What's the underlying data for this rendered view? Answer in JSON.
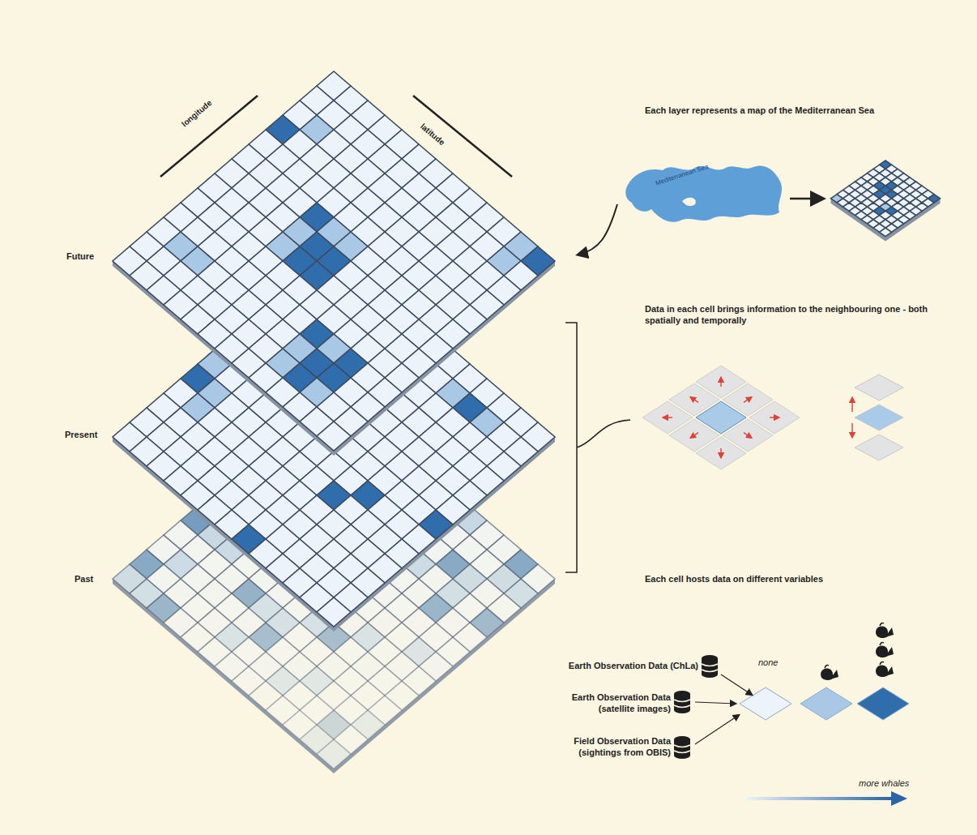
{
  "diagram": {
    "labels": [
      "longitude",
      "latitude",
      "Future",
      "Present",
      "Past",
      "Each layer represents a map of the Mediterranean Sea",
      "Mediterranean Sea",
      "Data in each cell brings information to the neighbouring one - both spatially and temporally",
      "Each cell hosts data on different variables",
      "Earth Observation Data (ChLa)",
      "Earth Observation Data (satellite images)",
      "Field Observation Data (sightings from OBIS)",
      "none",
      "more whales"
    ]
  }
}
